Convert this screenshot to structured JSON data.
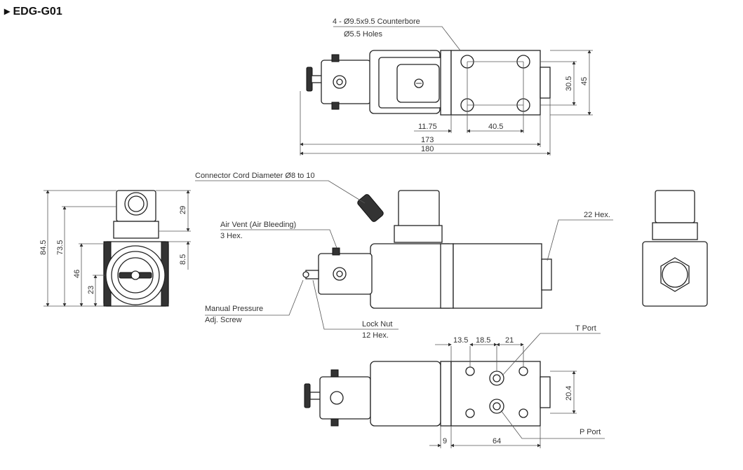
{
  "title": "▸ EDG-G01",
  "labels": {
    "counterbore": "4 - Ø9.5x9.5 Counterbore",
    "holes": "Ø5.5 Holes",
    "connector": "Connector Cord Diameter Ø8 to 10",
    "air_vent": "Air Vent (Air Bleeding)",
    "air_vent_hex": "3 Hex.",
    "hex22": "22 Hex.",
    "manual1": "Manual Pressure",
    "manual2": "Adj. Screw",
    "locknut": "Lock Nut",
    "locknut_hex": "12 Hex.",
    "tport": "T Port",
    "pport": "P Port"
  },
  "dims": {
    "top_11_75": "11.75",
    "top_40_5": "40.5",
    "top_173": "173",
    "top_180": "180",
    "top_30_5": "30.5",
    "top_45": "45",
    "left_84_5": "84.5",
    "left_73_5": "73.5",
    "left_46": "46",
    "left_23": "23",
    "left_29": "29",
    "left_8_5": "8.5",
    "bot_13_5": "13.5",
    "bot_18_5": "18.5",
    "bot_21": "21",
    "bot_20_4": "20.4",
    "bot_9": "9",
    "bot_64": "64"
  }
}
